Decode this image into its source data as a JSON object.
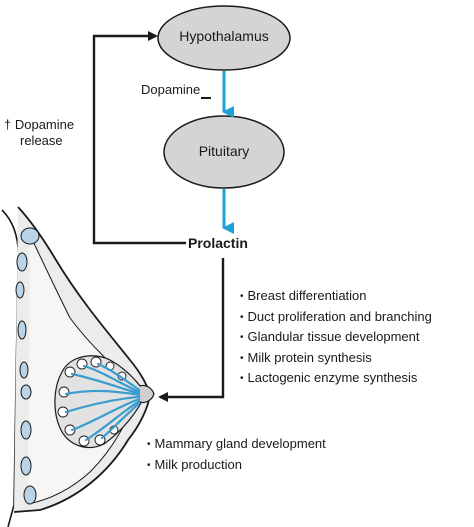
{
  "nodes": {
    "hypothalamus": "Hypothalamus",
    "pituitary": "Pituitary",
    "prolactin": "Prolactin"
  },
  "labels": {
    "dopamine": "Dopamine",
    "dopamine_sign": "−",
    "feedback_line1": "† Dopamine",
    "feedback_line2": "release"
  },
  "prolactin_effects": [
    "Breast differentiation",
    "Duct proliferation and branching",
    "Glandular tissue development",
    "Milk protein synthesis",
    "Lactogenic enzyme synthesis"
  ],
  "gland_effects": [
    "Mammary gland development",
    "Milk production"
  ],
  "colors": {
    "arrow_blue": "#1ea1d6",
    "ellipse_fill": "#d4d4d4",
    "duct_blue": "#3a9ccf",
    "tissue_fill": "#e6e6e6",
    "line": "#1a1a1a"
  }
}
